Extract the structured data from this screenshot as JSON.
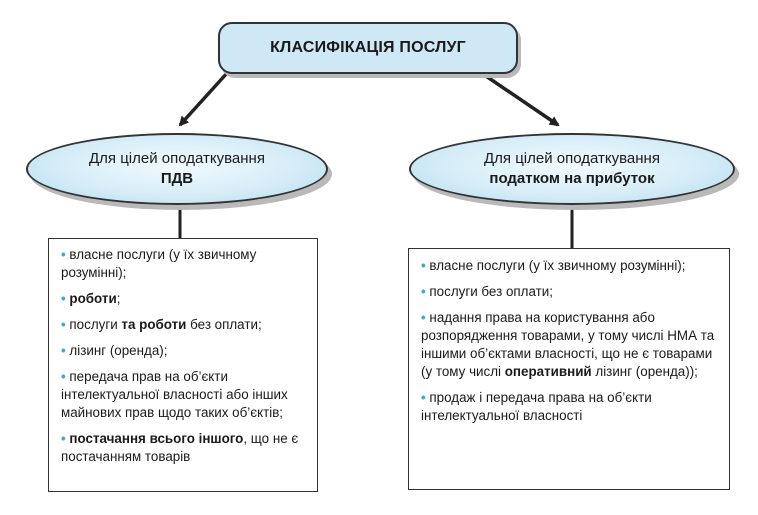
{
  "title": "КЛАСИФІКАЦІЯ ПОСЛУГ",
  "bullet": "•",
  "left": {
    "heading_line1": "Для цілей оподаткування",
    "heading_line2": "ПДВ",
    "items": [
      {
        "parts": [
          {
            "text": "власне послуги (у їх звичному розумінні);",
            "bold": false
          }
        ]
      },
      {
        "parts": [
          {
            "text": "роботи",
            "bold": true
          },
          {
            "text": ";",
            "bold": false
          }
        ]
      },
      {
        "parts": [
          {
            "text": "послуги ",
            "bold": false
          },
          {
            "text": "та роботи",
            "bold": true
          },
          {
            "text": " без оплати;",
            "bold": false
          }
        ]
      },
      {
        "parts": [
          {
            "text": "лізинг (оренда);",
            "bold": false
          }
        ]
      },
      {
        "parts": [
          {
            "text": "передача прав на об’єкти інтелектуальної власності або інших майнових прав щодо таких об’єктів;",
            "bold": false
          }
        ]
      },
      {
        "parts": [
          {
            "text": "постачання всього іншого",
            "bold": true
          },
          {
            "text": ", що не є постачанням товарів",
            "bold": false
          }
        ]
      }
    ]
  },
  "right": {
    "heading_line1": "Для цілей оподаткування",
    "heading_line2": "податком на прибуток",
    "items": [
      {
        "parts": [
          {
            "text": "власне послуги (у їх звичному розумінні);",
            "bold": false
          }
        ]
      },
      {
        "parts": [
          {
            "text": "послуги без оплати;",
            "bold": false
          }
        ]
      },
      {
        "parts": [
          {
            "text": "надання права на користування або розпорядження товарами, у тому числі НМА та іншими об’єктами власності, що не є товарами (у тому числі ",
            "bold": false
          },
          {
            "text": "оперативний",
            "bold": true
          },
          {
            "text": " лізинг (оренда));",
            "bold": false
          }
        ]
      },
      {
        "parts": [
          {
            "text": "продаж і передача права на об’єкти інтелектуальної власності",
            "bold": false
          }
        ]
      }
    ]
  },
  "colors": {
    "accent": "#3aa7db",
    "fill": "#cfe8f5",
    "stroke": "#333333"
  }
}
